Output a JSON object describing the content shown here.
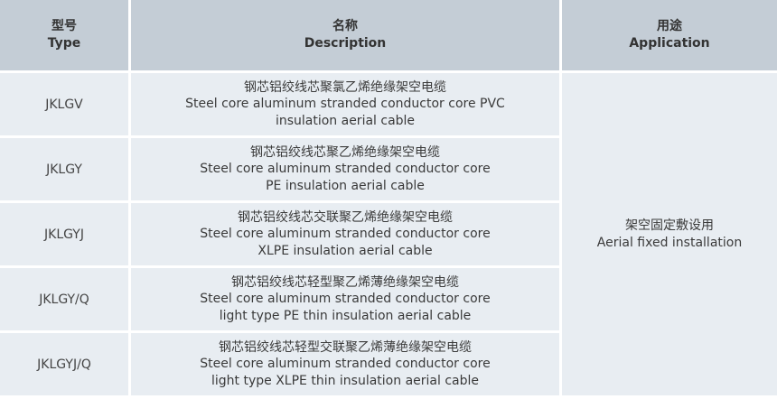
{
  "header": {
    "type_zh": "型号",
    "type_en": "Type",
    "desc_zh": "名称",
    "desc_en": "Description",
    "app_zh": "用途",
    "app_en": "Application"
  },
  "rows": [
    {
      "type": "JKLGV",
      "desc_zh": "钢芯铝绞线芯聚氯乙烯绝缘架空电缆",
      "desc_en_1": "Steel core aluminum stranded conductor core PVC",
      "desc_en_2": "insulation aerial cable"
    },
    {
      "type": "JKLGY",
      "desc_zh": "钢芯铝绞线芯聚乙烯绝缘架空电缆",
      "desc_en_1": "Steel core aluminum stranded conductor core",
      "desc_en_2": "PE insulation aerial cable"
    },
    {
      "type": "JKLGYJ",
      "desc_zh": "钢芯铝绞线芯交联聚乙烯绝缘架空电缆",
      "desc_en_1": "Steel core aluminum stranded conductor core",
      "desc_en_2": "XLPE insulation aerial cable"
    },
    {
      "type": "JKLGY/Q",
      "desc_zh": "钢芯铝绞线芯轻型聚乙烯薄绝缘架空电缆",
      "desc_en_1": "Steel core aluminum stranded conductor core",
      "desc_en_2": "light type PE thin insulation aerial cable"
    },
    {
      "type": "JKLGYJ/Q",
      "desc_zh": "钢芯铝绞线芯轻型交联聚乙烯薄绝缘架空电缆",
      "desc_en_1": "Steel core aluminum stranded conductor core",
      "desc_en_2": "light type XLPE thin insulation aerial cable"
    }
  ],
  "application": {
    "zh": "架空固定敷设用",
    "en": "Aerial fixed installation"
  },
  "colors": {
    "header_bg": "#c4cdd6",
    "cell_bg": "#e8edf2",
    "text": "#3a3a3a"
  }
}
